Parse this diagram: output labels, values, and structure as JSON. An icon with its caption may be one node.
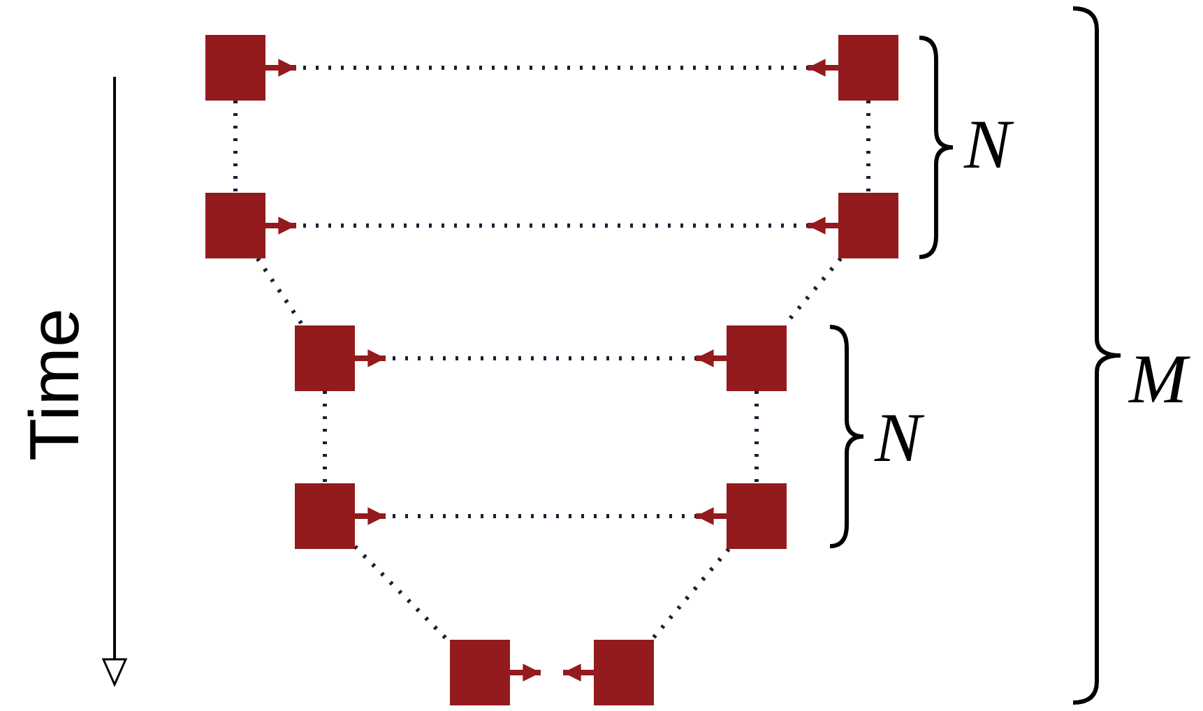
{
  "diagram": {
    "nodes": [
      {
        "text": [],
        "shape": "box"
      },
      {
        "text": [],
        "shape": "box"
      },
      {
        "text": [],
        "shape": "box"
      },
      {
        "text": [],
        "shape": "box"
      },
      {
        "text": [],
        "shape": "box"
      },
      {
        "text": [],
        "shape": "box"
      },
      {
        "text": [],
        "shape": "box"
      },
      {
        "text": [],
        "shape": "box"
      },
      {
        "text": [],
        "shape": "box"
      },
      {
        "text": [],
        "shape": "box"
      }
    ],
    "edges": [
      {
        "from": 0,
        "to": null,
        "arrow": "to",
        "color": "#931a1d"
      },
      {
        "from": 1,
        "to": null,
        "arrow": "to",
        "color": "#931a1d"
      },
      {
        "from": 2,
        "to": null,
        "arrow": "to",
        "color": "#931a1d"
      },
      {
        "from": 3,
        "to": null,
        "arrow": "to",
        "color": "#931a1d"
      },
      {
        "from": 4,
        "to": null,
        "arrow": "to",
        "color": "#931a1d"
      },
      {
        "from": 5,
        "to": null,
        "arrow": "to",
        "color": "#931a1d"
      },
      {
        "from": 6,
        "to": null,
        "arrow": "to",
        "color": "#931a1d"
      },
      {
        "from": 7,
        "to": null,
        "arrow": "to",
        "color": "#931a1d"
      },
      {
        "from": 8,
        "to": null,
        "arrow": "to",
        "color": "#931a1d"
      },
      {
        "from": 9,
        "to": null,
        "arrow": "to",
        "color": "#931a1d"
      },
      {
        "from": 0,
        "to": 1,
        "arrow": "none",
        "style": "dashed"
      },
      {
        "from": 0,
        "to": 2,
        "arrow": "none",
        "style": "dashed"
      },
      {
        "from": 1,
        "to": 3,
        "arrow": "none",
        "style": "dashed"
      },
      {
        "from": 2,
        "to": 3,
        "arrow": "none",
        "style": "dashed"
      },
      {
        "from": 2,
        "to": 4,
        "arrow": "none",
        "style": "dashed"
      },
      {
        "from": 3,
        "to": 5,
        "arrow": "none",
        "style": "dashed"
      },
      {
        "from": 4,
        "to": 5,
        "arrow": "none",
        "style": "dashed"
      },
      {
        "from": 4,
        "to": 6,
        "arrow": "none",
        "style": "dashed"
      },
      {
        "from": 5,
        "to": 7,
        "arrow": "none",
        "style": "dashed"
      },
      {
        "from": 6,
        "to": 7,
        "arrow": "none",
        "style": "dashed"
      },
      {
        "from": 6,
        "to": 8,
        "arrow": "none",
        "style": "dashed"
      },
      {
        "from": 7,
        "to": 9,
        "arrow": "none",
        "style": "dashed"
      }
    ],
    "labels": [
      "Time",
      "N",
      "N",
      "M"
    ]
  }
}
